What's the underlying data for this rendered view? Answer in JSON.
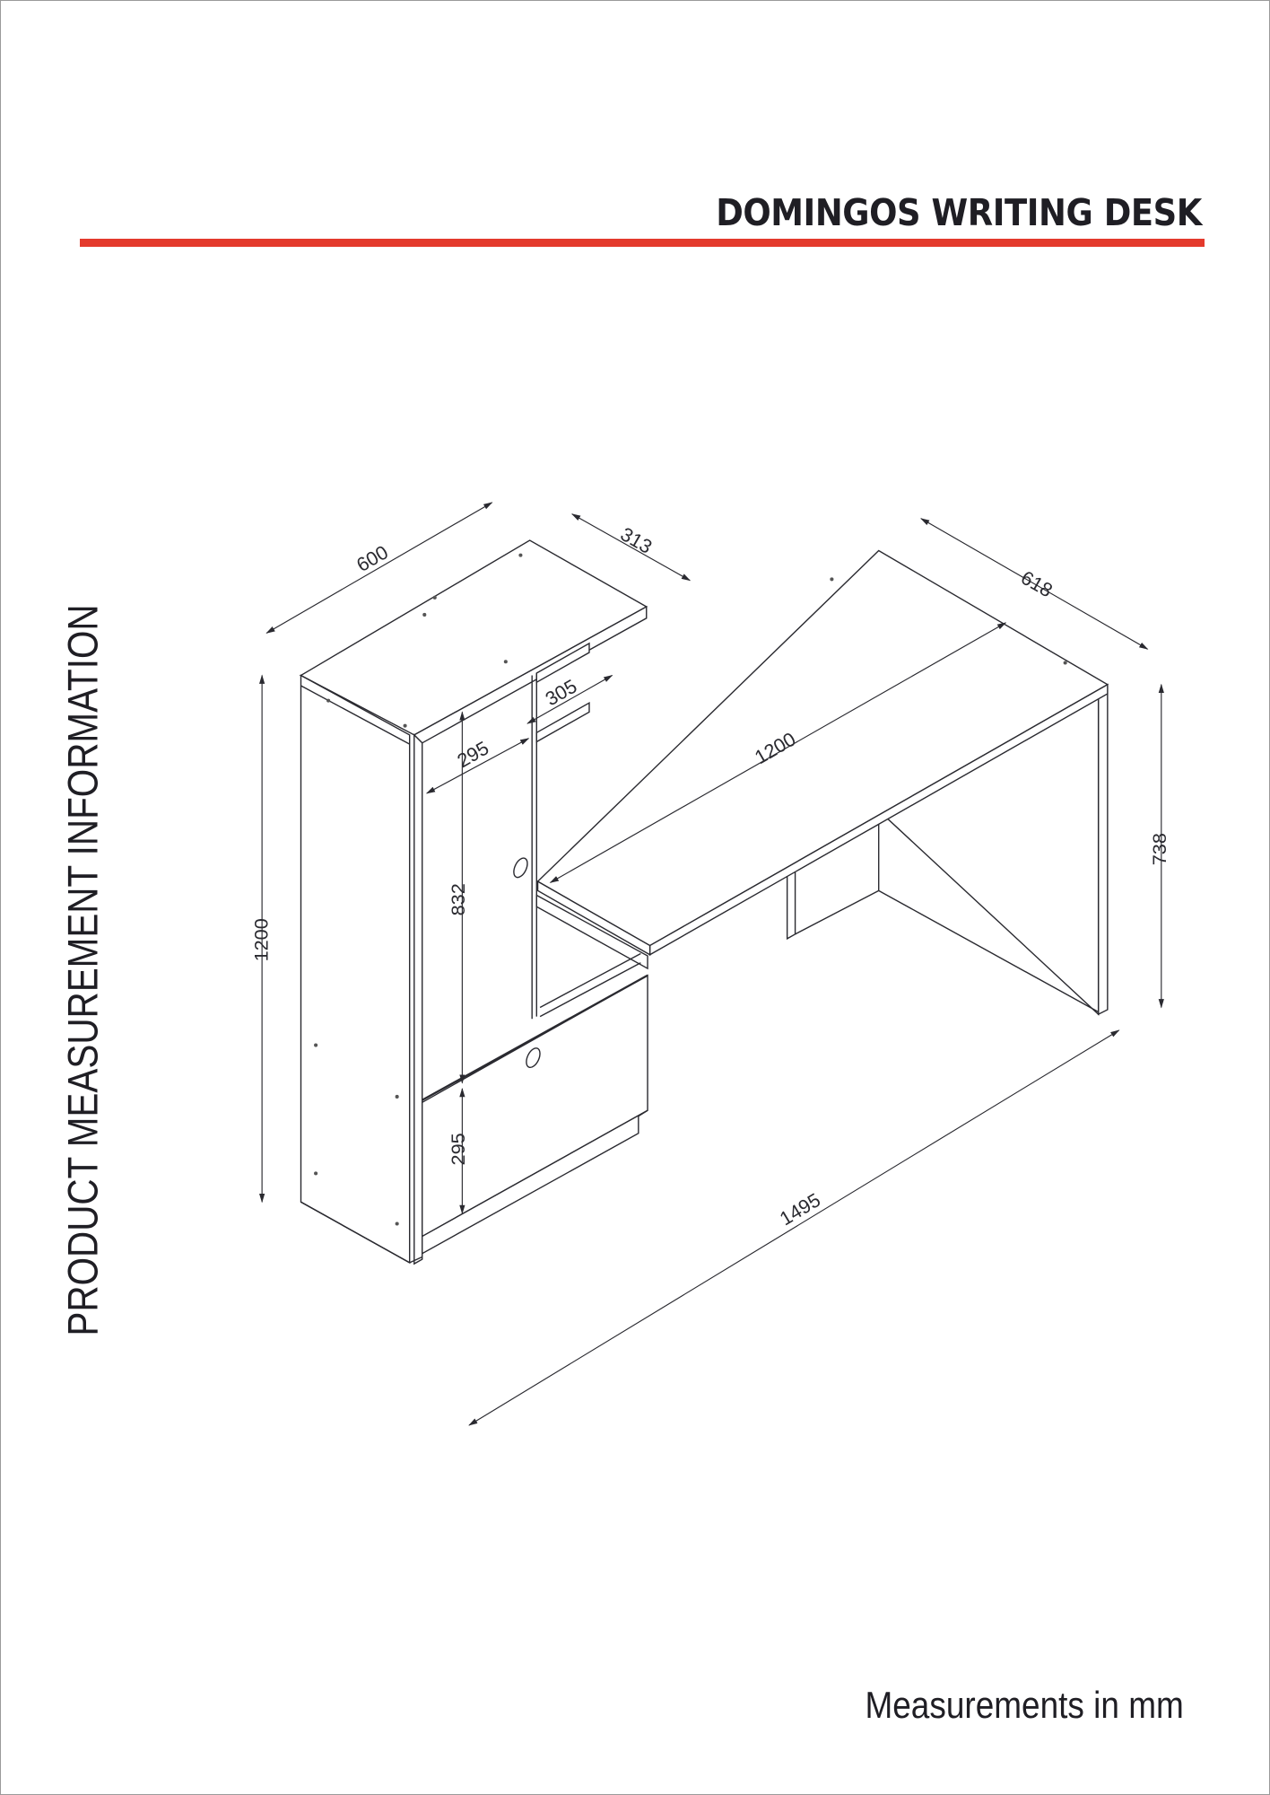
{
  "header": {
    "title": "DOMINGOS WRITING DESK",
    "accent_color": "#e43a2c"
  },
  "side_label": "PRODUCT MEASUREMENT INFORMATION",
  "footer": {
    "units_note": "Measurements in mm"
  },
  "dimensions": {
    "shelf_top_width": "600",
    "shelf_top_depth": "313",
    "desk_depth": "618",
    "cabinet_shelf_depth": "305",
    "cabinet_inner_width": "295",
    "desk_length": "1200",
    "desk_height": "738",
    "total_height": "1200",
    "upper_compartment_height": "832",
    "drawer_height": "295",
    "total_length": "1495"
  }
}
